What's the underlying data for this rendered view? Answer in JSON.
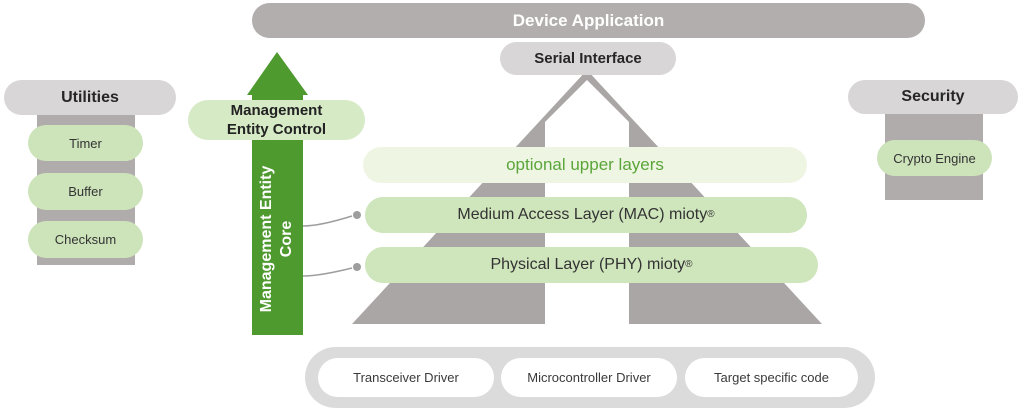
{
  "colors": {
    "accent_green": "#4e9a2f",
    "pill_green": "#cfe5bc",
    "pill_green_pale": "#eef6e3",
    "green_text": "#5aa53a",
    "pyramid_gray": "#aaa6a6",
    "bar_gray": "#b3aeae",
    "pill_gray": "#d8d6d6",
    "container_gray": "#dbdbdb"
  },
  "top": {
    "device_application": "Device Application",
    "serial_interface": "Serial Interface"
  },
  "utilities": {
    "header": "Utilities",
    "items": [
      "Timer",
      "Buffer",
      "Checksum"
    ]
  },
  "security": {
    "header": "Security",
    "items": [
      "Crypto Engine"
    ]
  },
  "management": {
    "control": {
      "line1": "Management",
      "line2": "Entity Control"
    },
    "core": {
      "line1": "Management Entity",
      "line2": "Core"
    }
  },
  "stack": {
    "layers": [
      {
        "label": "optional upper layers",
        "suffix": ""
      },
      {
        "label": "Medium Access Layer (MAC) mioty",
        "suffix": "®"
      },
      {
        "label": "Physical Layer (PHY) mioty",
        "suffix": "®"
      }
    ]
  },
  "drivers": {
    "items": [
      "Transceiver Driver",
      "Microcontroller Driver",
      "Target specific code"
    ]
  }
}
